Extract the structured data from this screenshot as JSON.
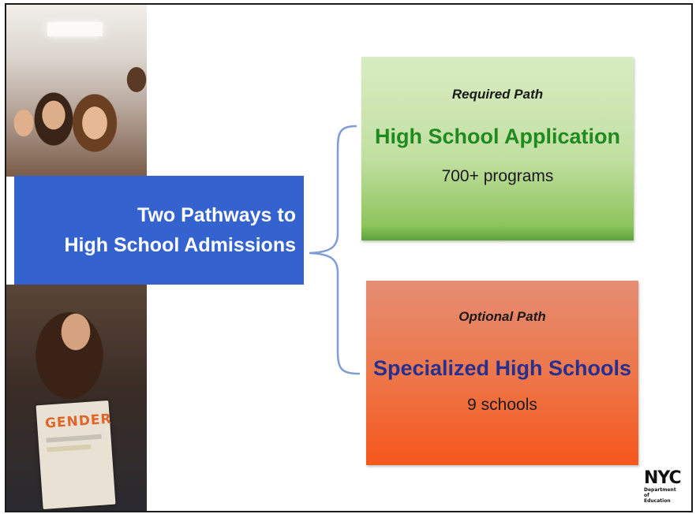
{
  "slide": {
    "title_line1": "Two Pathways to",
    "title_line2": "High School Admissions",
    "colors": {
      "title_bg": "#3463d0",
      "brace": "#7f9bd8"
    }
  },
  "paths": [
    {
      "path_label": "Required Path",
      "name": "High School Application",
      "detail": "700+ programs",
      "name_color": "#1f8a1f",
      "bg_color": "#c2e0a2"
    },
    {
      "path_label": "Optional Path",
      "name": "Specialized High Schools",
      "detail": "9 schools",
      "name_color": "#27308e",
      "bg_color": "#ee7446"
    }
  ],
  "photo_sign_text": "GENDER",
  "logo": {
    "nyc": "NYC",
    "department_line1": "Department of",
    "department_line2": "Education"
  }
}
